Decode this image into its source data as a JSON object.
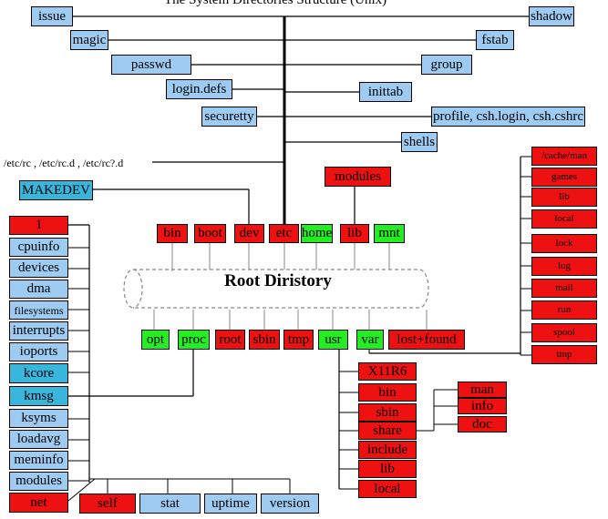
{
  "title": "The System Directories Structure (Unix)",
  "root_label": "Root Diristory",
  "etc_left": [
    "issue",
    "magic",
    "passwd",
    "login.defs",
    "securetty"
  ],
  "etc_right": [
    "shadow",
    "fstab",
    "group",
    "inittab",
    "profile, csh.login, csh.cshrc",
    "shells"
  ],
  "etc_rc_text": "/etc/rc , /etc/rc.d , /etc/rc?.d",
  "makedev": "MAKEDEV",
  "modules": "modules",
  "top_dirs": [
    "bin",
    "boot",
    "dev",
    "etc",
    "home",
    "lib",
    "mnt"
  ],
  "bottom_dirs": [
    "opt",
    "proc",
    "root",
    "sbin",
    "tmp",
    "usr",
    "var",
    "lost+found"
  ],
  "proc_items": [
    "1",
    "cpuinfo",
    "devices",
    "dma",
    "filesystems",
    "interrupts",
    "ioports",
    "kcore",
    "kmsg",
    "ksyms",
    "loadavg",
    "meminfo",
    "modules",
    "net"
  ],
  "proc_bottom": [
    "self",
    "stat",
    "uptime",
    "version"
  ],
  "var_items": [
    "/cache/man",
    "games",
    "lib",
    "local",
    "lock",
    "log",
    "mail",
    "run",
    "spool",
    "tmp"
  ],
  "usr_items": [
    "X11R6",
    "bin",
    "sbin",
    "share",
    "include",
    "lib",
    "local"
  ],
  "share_items": [
    "man",
    "info",
    "doc"
  ],
  "colors": {
    "blue": "#9ecbf2",
    "cyan": "#39b6dc",
    "red": "#ee1111",
    "green": "#22ee22"
  }
}
